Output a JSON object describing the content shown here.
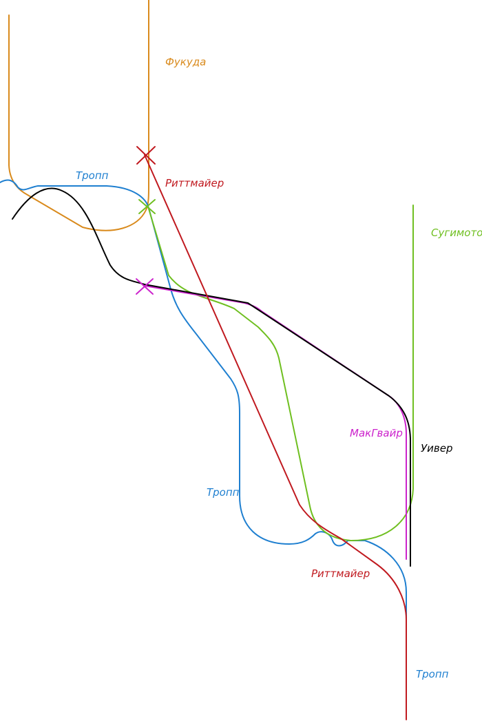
{
  "colors": {
    "fukuda": "#d98a1c",
    "tropp": "#1e7fd0",
    "rittmaier": "#c0191f",
    "sugimoto": "#6fbf20",
    "macguire": "#cc22cc",
    "weaver": "#000000"
  },
  "labels": {
    "fukuda": "Фукуда",
    "tropp_top": "Тропп",
    "rittmaier_top": "Риттмайер",
    "sugimoto": "Сугимото",
    "macguire": "МакГвайр",
    "weaver": "Уивер",
    "tropp_mid": "Тропп",
    "rittmaier_bottom": "Риттмайер",
    "tropp_bottom": "Тропп"
  }
}
